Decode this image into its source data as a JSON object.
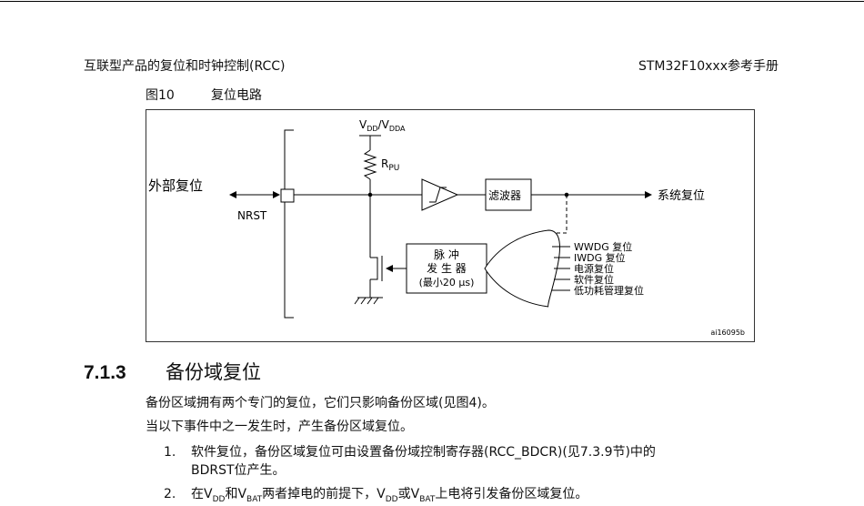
{
  "header": {
    "left": "互联型产品的复位和时钟控制(RCC)",
    "right": "STM32F10xxx参考手册"
  },
  "figure": {
    "label": "图10",
    "title": "复位电路",
    "ext_reset": "外部复位",
    "nrst": "NRST",
    "vdd": "V",
    "vdd_sub": "DD",
    "vdda_sep": "/V",
    "vdda_sub": "DDA",
    "rpu": "R",
    "rpu_sub": "PU",
    "filter": "滤波器",
    "sys_reset": "系统复位",
    "pulse1": "脉 冲",
    "pulse2": "发 生 器",
    "pulse3": "(最小20 µs)",
    "inputs": [
      "WWDG 复位",
      "IWDG 复位",
      "电源复位",
      "软件复位",
      "低功耗管理复位"
    ],
    "ref_id": "ai16095b"
  },
  "section": {
    "number": "7.1.3",
    "title": "备份域复位"
  },
  "body": {
    "p1": "备份区域拥有两个专门的复位，它们只影响备份区域(见图4)。",
    "p2": "当以下事件中之一发生时，产生备份区域复位。",
    "item1_num": "1.",
    "item1_line1": "软件复位，备份区域复位可由设置备份域控制寄存器(RCC_BDCR)(见7.3.9节)中的",
    "item1_line2": "BDRST位产生。",
    "item2_num": "2.",
    "item2_a": "在V",
    "item2_sub1": "DD",
    "item2_b": "和V",
    "item2_sub2": "BAT",
    "item2_c": "两者掉电的前提下，V",
    "item2_sub3": "DD",
    "item2_d": "或V",
    "item2_sub4": "BAT",
    "item2_e": "上电将引发备份区域复位。"
  }
}
